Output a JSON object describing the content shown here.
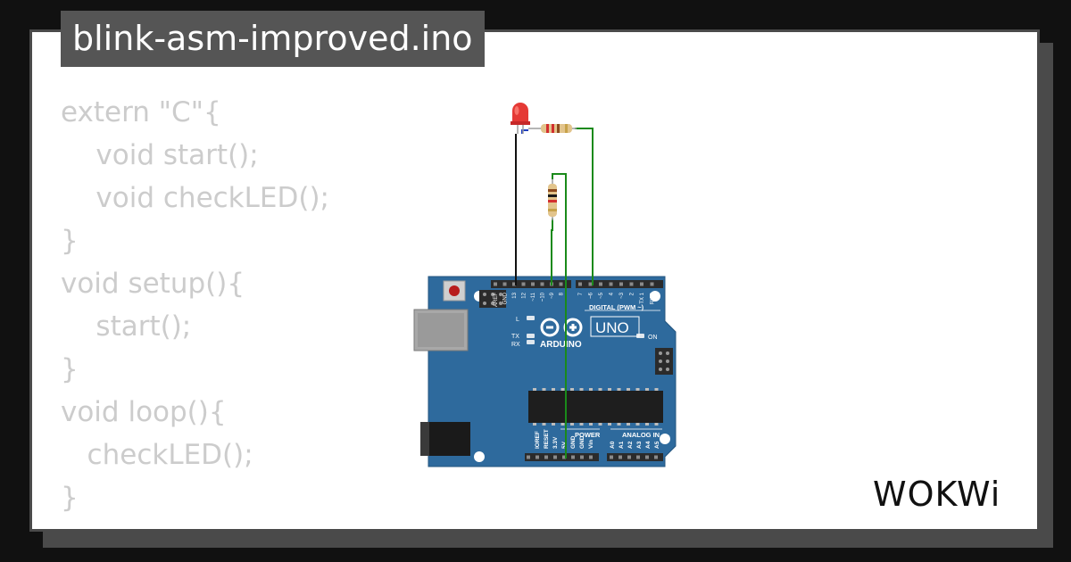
{
  "header": {
    "filename": "blink-asm-improved.ino"
  },
  "code": {
    "lines": [
      "extern \"C\"{",
      "    void start();",
      "    void checkLED();",
      "}",
      "void setup(){",
      "    start();",
      "}",
      "void loop(){",
      "   checkLED();",
      "}"
    ]
  },
  "board": {
    "brand": "ARDUINO",
    "model": "UNO",
    "digital_label": "DIGITAL (PWM ~)",
    "power_label": "POWER",
    "analog_label": "ANALOG IN",
    "led_labels": {
      "l": "L",
      "tx": "TX",
      "rx": "RX",
      "on": "ON"
    },
    "top_pins": [
      "AREF",
      "GND",
      "13",
      "12",
      "~11",
      "~10",
      "~9",
      "8",
      "7",
      "~6",
      "~5",
      "4",
      "~3",
      "2",
      "TX 1",
      "RX 0"
    ],
    "power_pins": [
      "IOREF",
      "RESET",
      "3.3V",
      "5V",
      "GND",
      "GND",
      "Vin"
    ],
    "analog_pins": [
      "A0",
      "A1",
      "A2",
      "A3",
      "A4",
      "A5"
    ]
  },
  "brand": {
    "logo_text": "WOKWi"
  },
  "colors": {
    "background": "#111111",
    "card": "#ffffff",
    "card_shadow": "#4a4a4a",
    "title_tab": "#555555",
    "code_text": "#cccccc",
    "board_blue": "#2e6a9d",
    "wire_green": "#1a8a1a",
    "wire_black": "#111111",
    "led_red": "#e53935"
  }
}
